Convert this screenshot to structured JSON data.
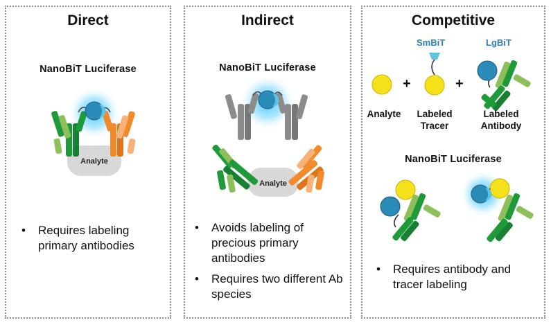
{
  "panels": {
    "direct": {
      "title": "Direct",
      "subtitle": "NanoBiT Luciferase",
      "analyte_label": "Analyte",
      "bullets": [
        "Requires labeling primary antibodies"
      ]
    },
    "indirect": {
      "title": "Indirect",
      "subtitle": "NanoBiT Luciferase",
      "analyte_label": "Analyte",
      "bullets": [
        "Avoids labeling of precious primary antibodies",
        "Requires two different Ab species"
      ]
    },
    "competitive": {
      "title": "Competitive",
      "smbit_label": "SmBiT",
      "lgbit_label": "LgBiT",
      "plus": "+",
      "legend": {
        "analyte": "Analyte",
        "tracer": "Labeled Tracer",
        "antibody": "Labeled Antibody"
      },
      "subtitle": "NanoBiT Luciferase",
      "bullets": [
        "Requires antibody and tracer labeling"
      ]
    }
  },
  "bullet_symbol": "•",
  "colors": {
    "green_dark": "#1f9a3a",
    "green_light": "#8dc05a",
    "orange": "#f08a2a",
    "orange_light": "#f7b27a",
    "gray_ab": "#8c8c8c",
    "analyte_gray": "#d8d8d8",
    "lgbit_blue": "#2a8ab8",
    "smbit_blue": "#5ec3e0",
    "glow": "#3ec6ff",
    "yellow": "#f4e11a"
  }
}
